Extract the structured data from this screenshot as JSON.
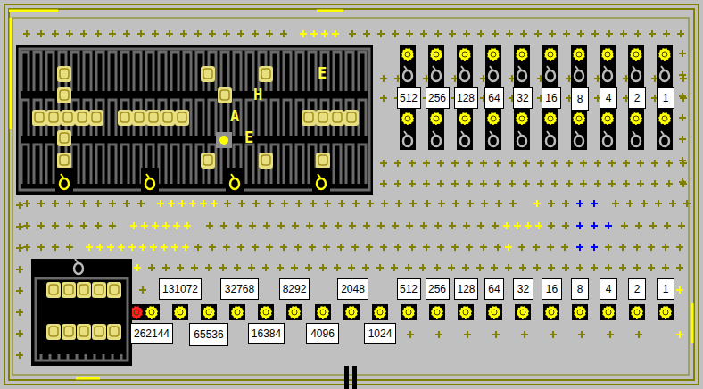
{
  "diagram": {
    "nodes": [
      {
        "text": [
          "512"
        ]
      },
      {
        "text": [
          "256"
        ]
      },
      {
        "text": [
          "128"
        ]
      },
      {
        "text": [
          "64"
        ]
      },
      {
        "text": [
          "32"
        ]
      },
      {
        "text": [
          "16"
        ]
      },
      {
        "text": [
          "8"
        ]
      },
      {
        "text": [
          "4"
        ]
      },
      {
        "text": [
          "2"
        ]
      },
      {
        "text": [
          "1"
        ]
      },
      {
        "text": [
          "131072"
        ]
      },
      {
        "text": [
          "32768"
        ]
      },
      {
        "text": [
          "8292"
        ]
      },
      {
        "text": [
          "2048"
        ]
      },
      {
        "text": [
          "512"
        ]
      },
      {
        "text": [
          "256"
        ]
      },
      {
        "text": [
          "128"
        ]
      },
      {
        "text": [
          "64"
        ]
      },
      {
        "text": [
          "32"
        ]
      },
      {
        "text": [
          "16"
        ]
      },
      {
        "text": [
          "8"
        ]
      },
      {
        "text": [
          "4"
        ]
      },
      {
        "text": [
          "2"
        ]
      },
      {
        "text": [
          "1"
        ]
      },
      {
        "text": [
          "262144"
        ]
      },
      {
        "text": [
          "65536"
        ]
      },
      {
        "text": [
          "16384"
        ]
      },
      {
        "text": [
          "4096"
        ]
      },
      {
        "text": [
          "1024"
        ]
      }
    ],
    "labels": [
      "E",
      "H",
      "A",
      "E"
    ]
  }
}
